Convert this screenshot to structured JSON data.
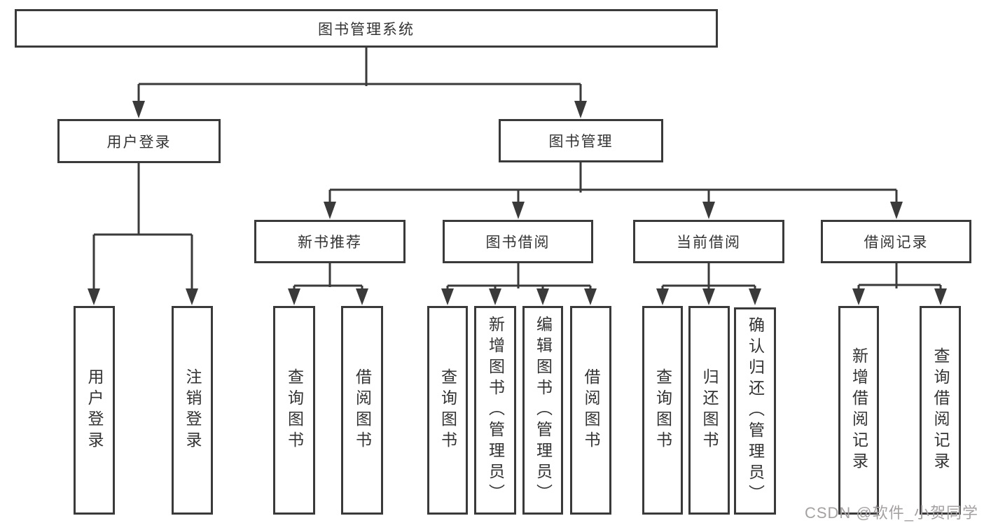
{
  "colors": {
    "line": "#3a3a3a",
    "box_border": "#3a3a3a",
    "text": "#333333",
    "watermark": "#a5a1a1",
    "background": "#ffffff"
  },
  "watermark": {
    "text": "CSDN @软件_小贺同学"
  },
  "tree": {
    "label": "图书管理系统",
    "children": [
      {
        "label": "用户登录",
        "children": [
          {
            "label": "用户登录"
          },
          {
            "label": "注销登录"
          }
        ]
      },
      {
        "label": "图书管理",
        "children": [
          {
            "label": "新书推荐",
            "children": [
              {
                "label": "查询图书"
              },
              {
                "label": "借阅图书"
              }
            ]
          },
          {
            "label": "图书借阅",
            "children": [
              {
                "label": "查询图书"
              },
              {
                "label": "新增图书（管理员）"
              },
              {
                "label": "编辑图书（管理员）"
              },
              {
                "label": "借阅图书"
              }
            ]
          },
          {
            "label": "当前借阅",
            "children": [
              {
                "label": "查询图书"
              },
              {
                "label": "归还图书"
              },
              {
                "label": "确认归还（管理员）"
              }
            ]
          },
          {
            "label": "借阅记录",
            "children": [
              {
                "label": "新增借阅记录"
              },
              {
                "label": "查询借阅记录"
              }
            ]
          }
        ]
      }
    ]
  }
}
